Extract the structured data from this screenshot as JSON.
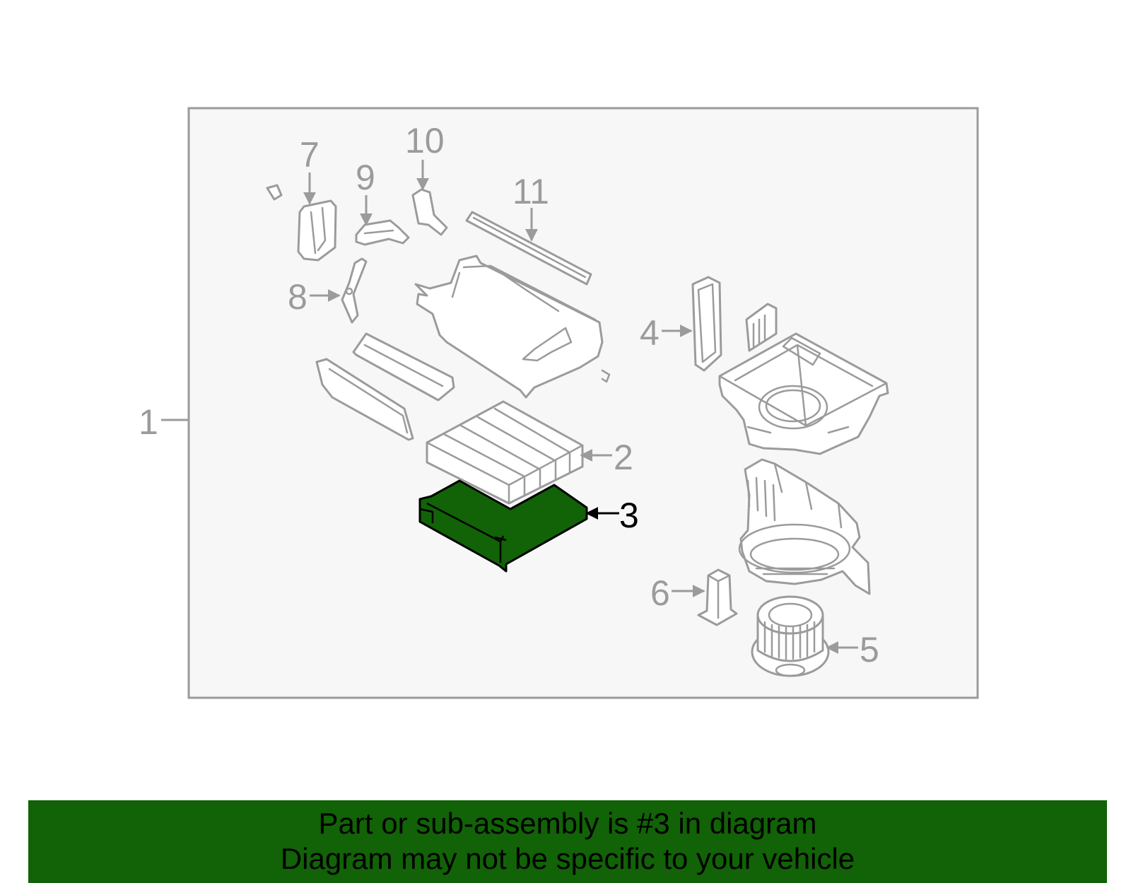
{
  "diagram": {
    "callouts": {
      "c1": "1",
      "c2": "2",
      "c3": "3",
      "c4": "4",
      "c5": "5",
      "c6": "6",
      "c7": "7",
      "c8": "8",
      "c9": "9",
      "c10": "10",
      "c11": "11"
    },
    "highlight_part": "3",
    "colors": {
      "highlight_fill": "#126207",
      "line_gray": "#9b9b9b",
      "frame_background": "#f7f7f7",
      "banner_background": "#126207"
    }
  },
  "banner": {
    "line1": "Part or sub-assembly is #3 in diagram",
    "line2": "Diagram may not be specific to your vehicle"
  }
}
